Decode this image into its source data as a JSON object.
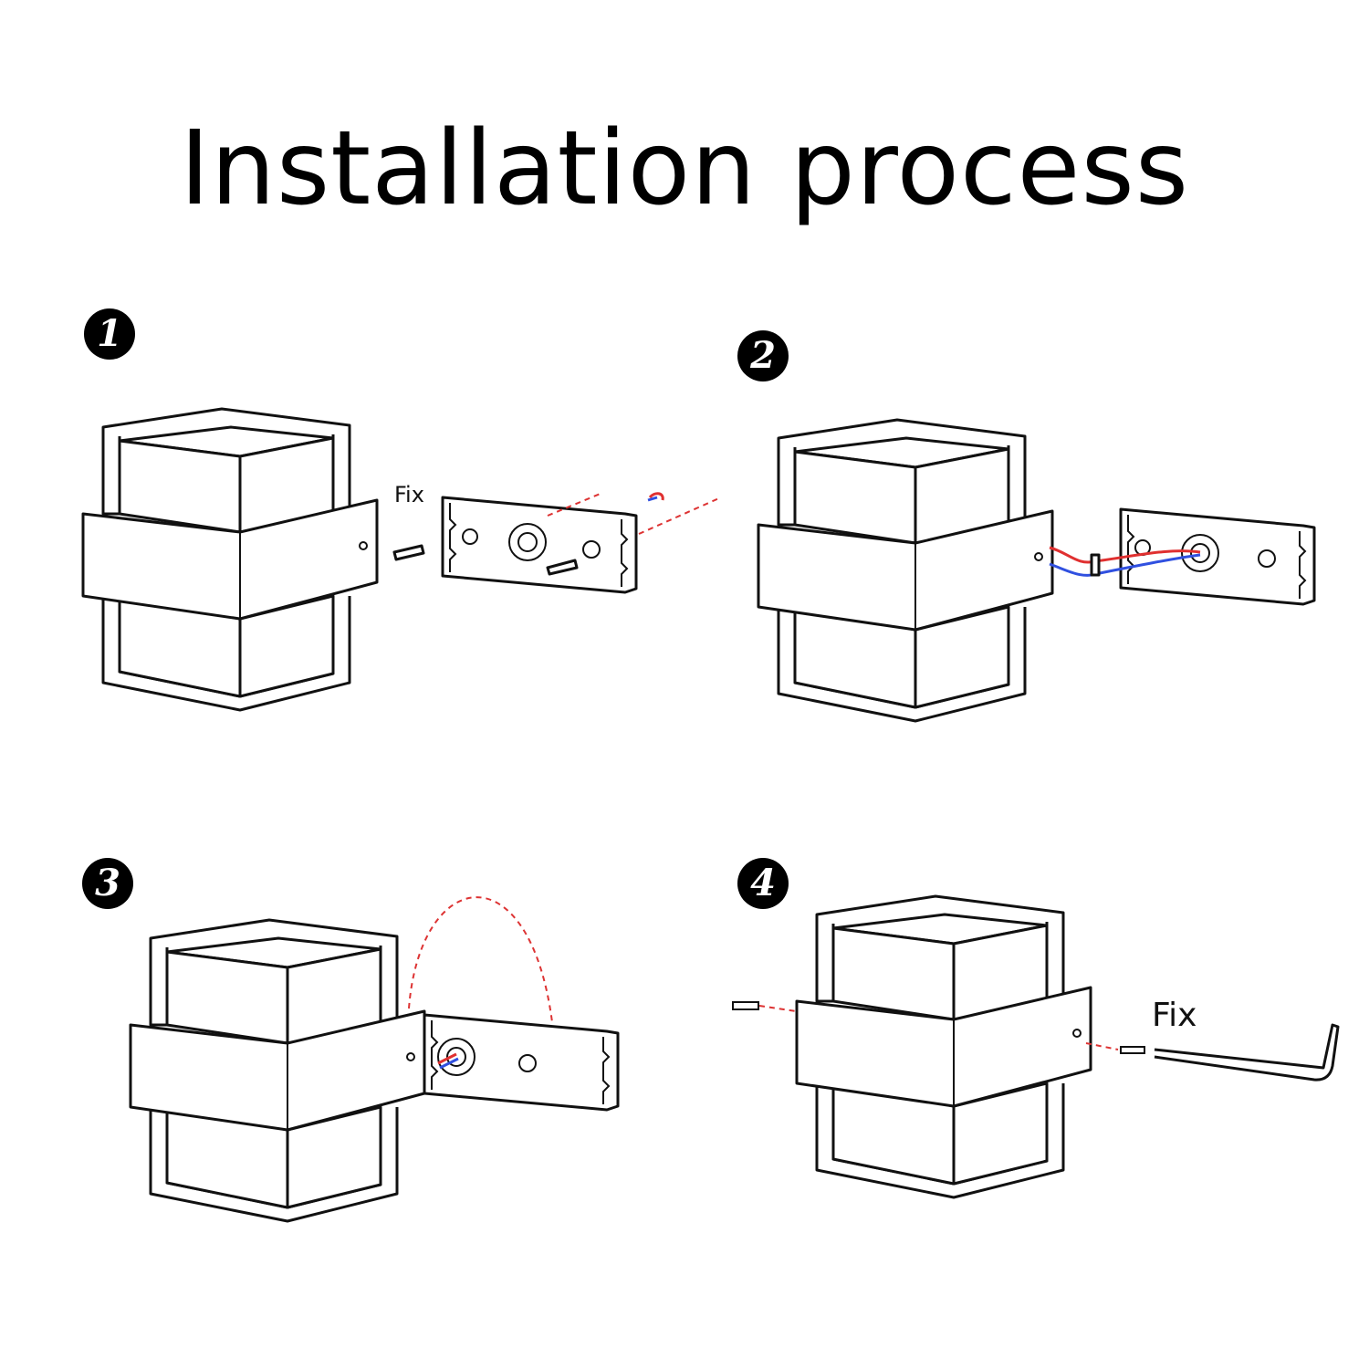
{
  "title": "Installation process",
  "steps": [
    {
      "number": "1",
      "label": "Fix"
    },
    {
      "number": "2"
    },
    {
      "number": "3"
    },
    {
      "number": "4",
      "label": "Fix"
    }
  ],
  "colors": {
    "wire_live": "#e03030",
    "wire_neutral": "#3050e0",
    "guide_dash": "#dd3333"
  }
}
